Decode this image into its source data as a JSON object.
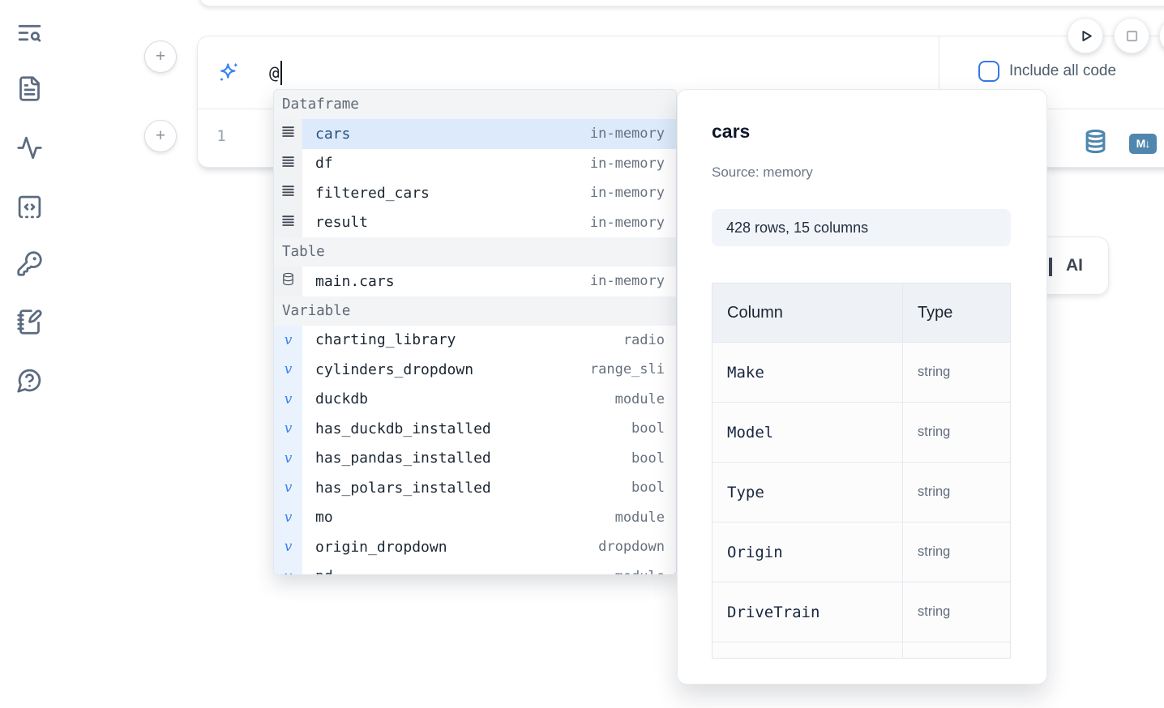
{
  "colors": {
    "accent_blue": "#3479e8",
    "sparkle_blue": "#3b82f6",
    "steel_blue": "#4f87ae",
    "selection_bg": "#dceafb",
    "sidebar_icon": "#5b6b80"
  },
  "sidebar": {
    "items": [
      {
        "id": "search",
        "icon": "text-search-icon"
      },
      {
        "id": "documents",
        "icon": "file-text-icon"
      },
      {
        "id": "activity",
        "icon": "activity-icon"
      },
      {
        "id": "snippets",
        "icon": "code-square-dashed-icon"
      },
      {
        "id": "secrets",
        "icon": "key-icon"
      },
      {
        "id": "scratchpad",
        "icon": "notebook-pen-icon"
      },
      {
        "id": "help",
        "icon": "help-chat-icon"
      }
    ]
  },
  "cell": {
    "add_button_glyph": "+",
    "ai_prompt_value": "@",
    "include_all_code_label": "Include all code",
    "include_all_code_checked": false,
    "line_number": "1",
    "markdown_badge": "M↓"
  },
  "completion_menu": {
    "sections": [
      {
        "label": "Dataframe",
        "kind": "dataframe",
        "items": [
          {
            "name": "cars",
            "type": "in-memory",
            "selected": true
          },
          {
            "name": "df",
            "type": "in-memory"
          },
          {
            "name": "filtered_cars",
            "type": "in-memory"
          },
          {
            "name": "result",
            "type": "in-memory"
          }
        ]
      },
      {
        "label": "Table",
        "kind": "table",
        "items": [
          {
            "name": "main.cars",
            "type": "in-memory"
          }
        ]
      },
      {
        "label": "Variable",
        "kind": "variable",
        "items": [
          {
            "name": "charting_library",
            "type": "radio"
          },
          {
            "name": "cylinders_dropdown",
            "type": "range_sli"
          },
          {
            "name": "duckdb",
            "type": "module"
          },
          {
            "name": "has_duckdb_installed",
            "type": "bool"
          },
          {
            "name": "has_pandas_installed",
            "type": "bool"
          },
          {
            "name": "has_polars_installed",
            "type": "bool"
          },
          {
            "name": "mo",
            "type": "module"
          },
          {
            "name": "origin_dropdown",
            "type": "dropdown"
          },
          {
            "name": "pd",
            "type": "module",
            "partial": true
          }
        ]
      }
    ]
  },
  "preview": {
    "title": "cars",
    "source": "Source: memory",
    "shape": "428 rows, 15 columns",
    "table": {
      "headers": [
        "Column",
        "Type"
      ],
      "rows": [
        {
          "column": "Make",
          "type": "string"
        },
        {
          "column": "Model",
          "type": "string"
        },
        {
          "column": "Type",
          "type": "string"
        },
        {
          "column": "Origin",
          "type": "string"
        },
        {
          "column": "DriveTrain",
          "type": "string"
        }
      ]
    }
  },
  "ai_button": {
    "label": "AI"
  }
}
